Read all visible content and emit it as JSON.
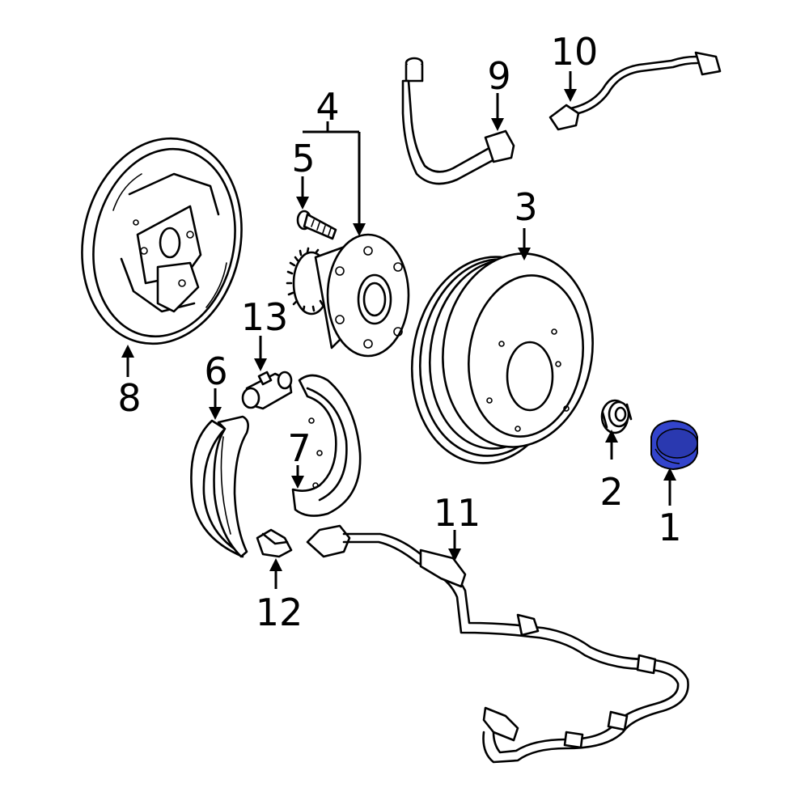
{
  "diagram": {
    "highlight_color": "#3344cc",
    "callouts": [
      {
        "id": "1",
        "label": "1"
      },
      {
        "id": "2",
        "label": "2"
      },
      {
        "id": "3",
        "label": "3"
      },
      {
        "id": "4",
        "label": "4"
      },
      {
        "id": "5",
        "label": "5"
      },
      {
        "id": "6",
        "label": "6"
      },
      {
        "id": "7",
        "label": "7"
      },
      {
        "id": "8",
        "label": "8"
      },
      {
        "id": "9",
        "label": "9"
      },
      {
        "id": "10",
        "label": "10"
      },
      {
        "id": "11",
        "label": "11"
      },
      {
        "id": "12",
        "label": "12"
      },
      {
        "id": "13",
        "label": "13"
      }
    ]
  }
}
